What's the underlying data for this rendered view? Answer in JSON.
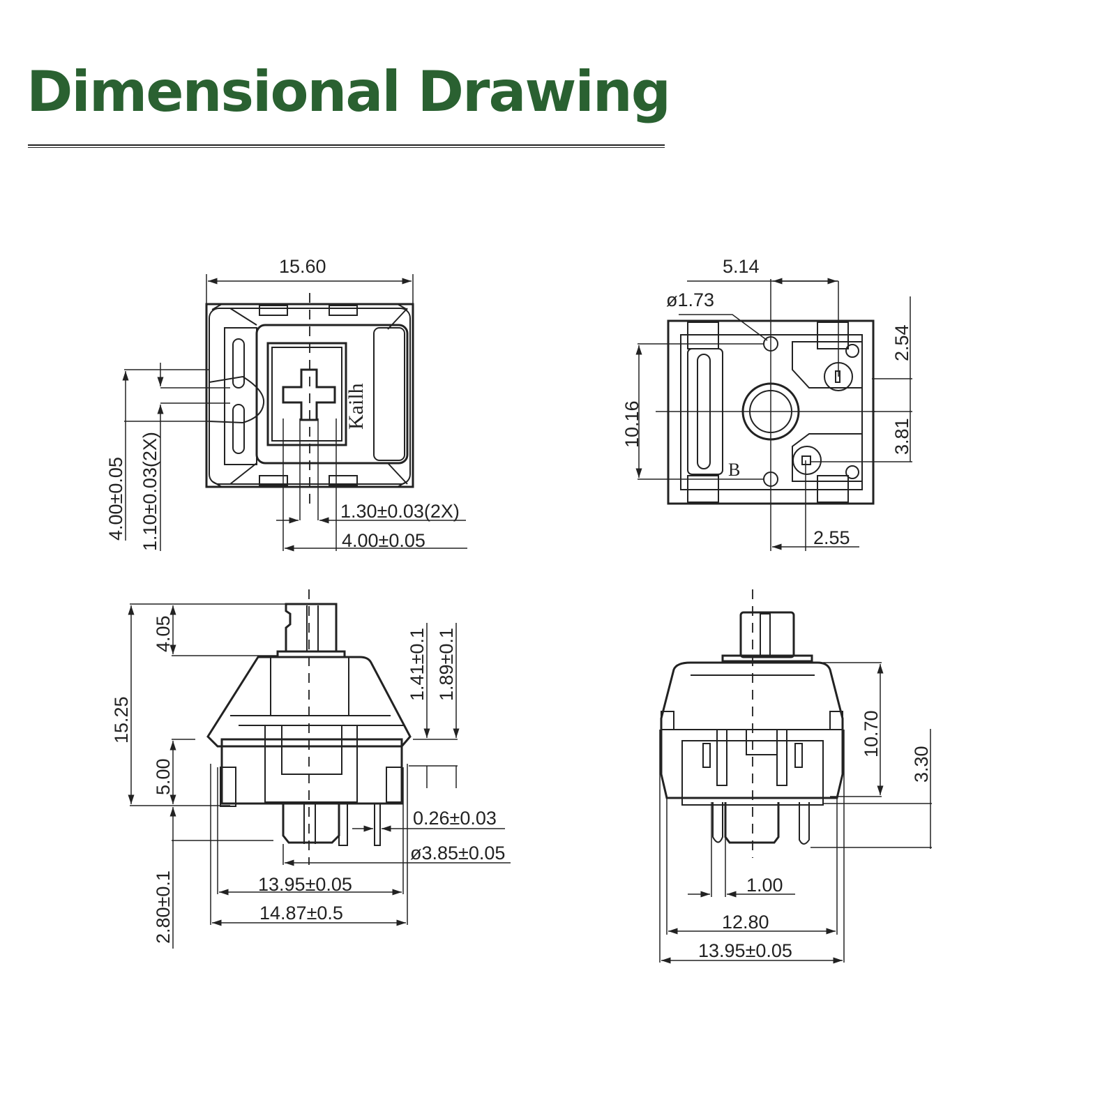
{
  "page": {
    "title": "Dimensional Drawing",
    "accent_color": "#2a6131"
  },
  "views": {
    "top_view": {
      "brand_mark": "Kailh",
      "dimensions": {
        "width": "15.60",
        "stem_cross_length": "4.00±0.05",
        "stem_cross_arm": "1.10±0.03(2X)",
        "stem_arm_width": "1.30±0.03(2X)",
        "stem_cross_width": "4.00±0.05"
      }
    },
    "bottom_view": {
      "marking": "B",
      "dimensions": {
        "pin_offset_x": "5.14",
        "led_hole_dia": "ø1.73",
        "pin_offset_top": "2.54",
        "post_spacing": "10.16",
        "pin_offset_bottom": "3.81",
        "pin_offset_x2": "2.55"
      }
    },
    "side_view": {
      "dimensions": {
        "stem_height": "4.05",
        "total_height": "15.25",
        "clip_height_1": "1.41±0.1",
        "clip_height_2": "1.89±0.1",
        "housing_lower": "5.00",
        "pin_thickness": "0.26±0.03",
        "post_dia": "ø3.85±0.05",
        "bottom_width": "13.95±0.05",
        "clip_width": "14.87±0.5",
        "pin_length": "2.80±0.1"
      }
    },
    "front_view": {
      "dimensions": {
        "housing_height": "10.70",
        "pin_length": "3.30",
        "pin_width": "1.00",
        "inner_width": "12.80",
        "bottom_width": "13.95±0.05"
      }
    }
  }
}
